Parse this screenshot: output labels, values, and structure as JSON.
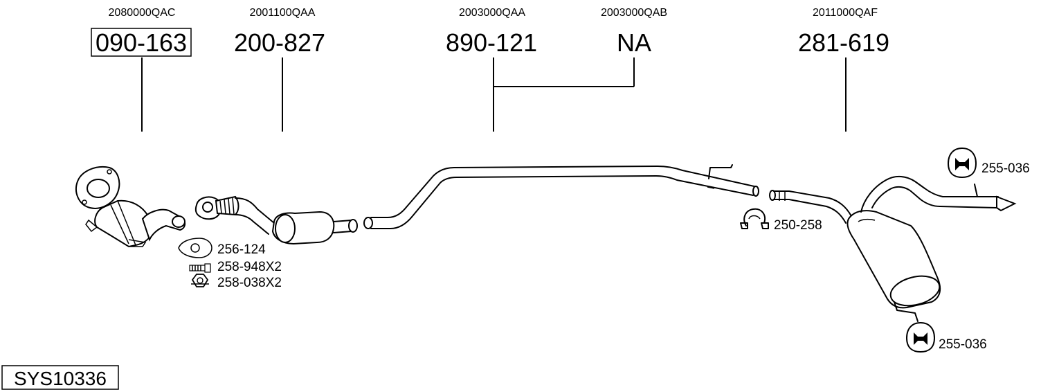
{
  "diagram_id": "SYS10336",
  "parts": [
    {
      "key": "catalyst",
      "oe_code": "2080000QAC",
      "part_number": "090-163",
      "boxed": true
    },
    {
      "key": "front_pipe",
      "oe_code": "2001100QAA",
      "part_number": "200-827",
      "boxed": false
    },
    {
      "key": "middle_pipe",
      "oe_code": "2003000QAA",
      "part_number": "890-121",
      "boxed": false
    },
    {
      "key": "middle_pipe_alt",
      "oe_code": "2003000QAB",
      "part_number": "NA",
      "boxed": false
    },
    {
      "key": "rear_silencer",
      "oe_code": "2011000QAF",
      "part_number": "281-619",
      "boxed": false
    }
  ],
  "accessories": [
    {
      "key": "gasket",
      "part_number": "256-124",
      "icon": "gasket-icon"
    },
    {
      "key": "bolt",
      "part_number": "258-948X2",
      "icon": "bolt-icon"
    },
    {
      "key": "nut",
      "part_number": "258-038X2",
      "icon": "nut-icon"
    },
    {
      "key": "clamp",
      "part_number": "250-258",
      "icon": "clamp-icon"
    },
    {
      "key": "rubber_mount_top",
      "part_number": "255-036",
      "icon": "rubber-mount-icon"
    },
    {
      "key": "rubber_mount_bottom",
      "part_number": "255-036",
      "icon": "rubber-mount-icon"
    }
  ]
}
